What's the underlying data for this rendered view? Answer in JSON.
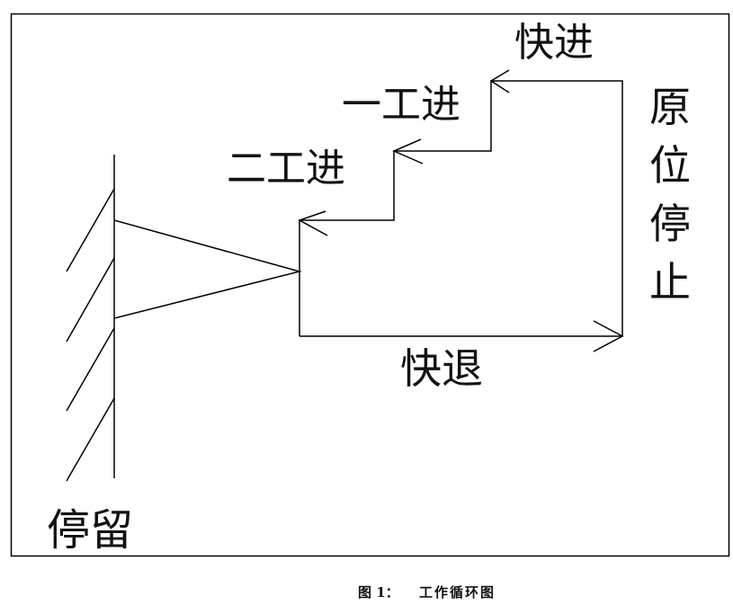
{
  "diagram": {
    "labels": {
      "fast_forward": "快进",
      "first_feed": "一工进",
      "second_feed": "二工进",
      "home_stop": [
        "原",
        "位",
        "停",
        "止"
      ],
      "fast_return": "快退",
      "dwell": "停留"
    }
  },
  "caption": {
    "figure": "图 1：",
    "title": "工作循环图"
  }
}
